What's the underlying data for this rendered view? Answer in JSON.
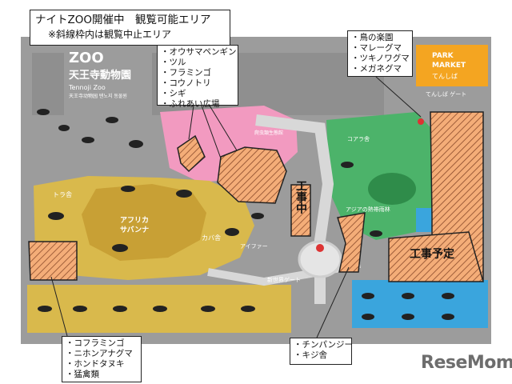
{
  "title": {
    "line1": "ナイトZOO開催中　観覧可能エリア",
    "line2": "※斜線枠内は観覧中止エリア"
  },
  "zoo_logo": {
    "name": "ZOO",
    "name_ja": "天王寺動物園",
    "name_en": "Tennoji Zoo",
    "name_multi": "天王寺动物园 텐노지 동물원"
  },
  "park_market": {
    "line1": "PARK",
    "line2": "MARKET",
    "line3": "てんしば"
  },
  "closed_lists": {
    "top_left": [
      "オウサマペンギン",
      "ツル",
      "フラミンゴ",
      "コウノトリ",
      "シギ",
      "ふれあい広場"
    ],
    "top_right": [
      "鳥の楽園",
      "マレーグマ",
      "ツキノワグマ",
      "メガネグマ"
    ],
    "bottom_left": [
      "コフラミンゴ",
      "ニホンアナグマ",
      "ホンドタヌキ",
      "猛禽類"
    ],
    "bottom_mid": [
      "チンパンジー",
      "キジ舎"
    ]
  },
  "construction": {
    "vertical": "工事中",
    "planned": "工事予定"
  },
  "zones": {
    "tora": "トラ舎",
    "africa_1": "アフリカ",
    "africa_2": "サバンナ",
    "kaba": "カバ舎",
    "asia": "アジアの熱帯雨林",
    "koala": "コアラ舎",
    "shin_sekai": "新世界ゲート",
    "tenshiba_gate": "てんしば ゲート",
    "kaeru": "爬虫類生態館",
    "ice": "アイファー"
  },
  "colors": {
    "map_bg": "#9b9b9b",
    "savanna": "#d8b84a",
    "savanna_dark": "#c9a333",
    "pink": "#f4a6c6",
    "green": "#4fb56a",
    "blue": "#3ea8de",
    "hatch": "#f2a46e",
    "path": "#d7d7d7"
  },
  "brand": "ReseMom"
}
